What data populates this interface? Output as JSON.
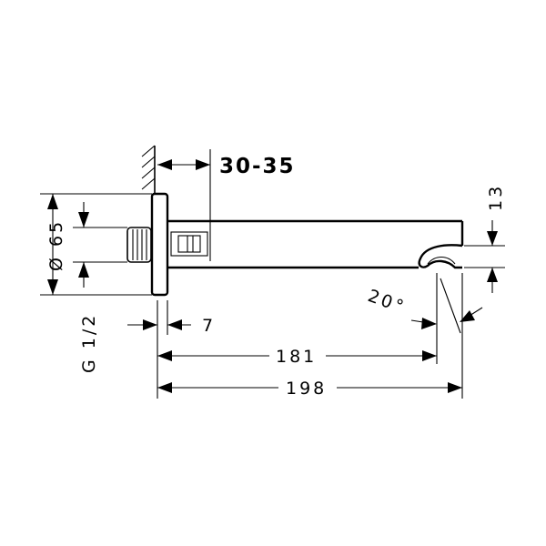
{
  "drawing": {
    "dim_wall_range": "30-35",
    "dim_diameter": "Ø 65",
    "dim_thread": "G 1/2",
    "dim_flange": "7",
    "dim_length_outlet": "181",
    "dim_length_total": "198",
    "dim_angle": "20°",
    "dim_height_outlet": "13"
  }
}
